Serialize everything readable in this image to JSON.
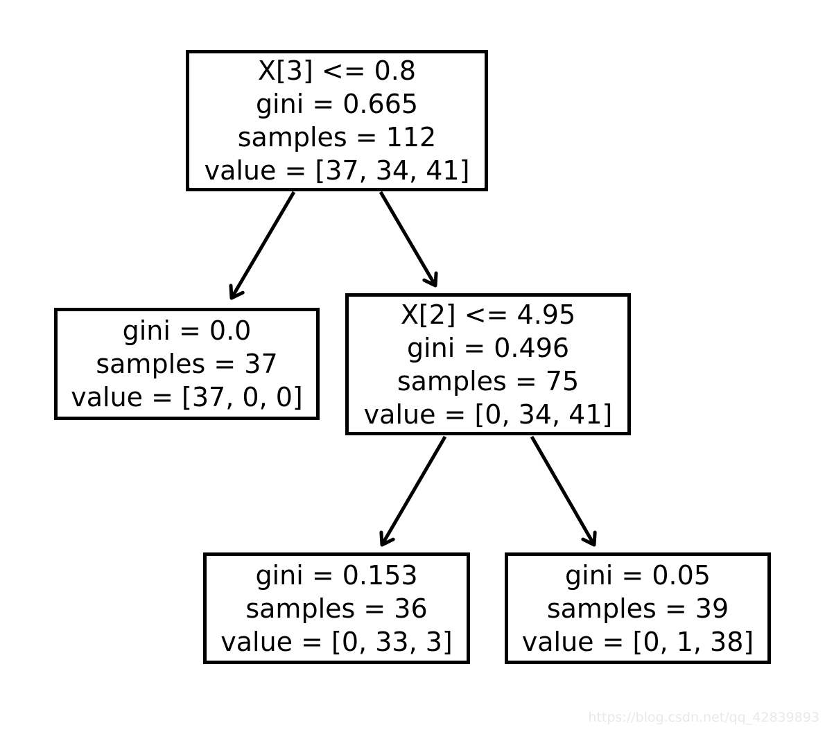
{
  "diagram": {
    "type": "decision-tree",
    "nodes": {
      "root": {
        "lines": [
          "X[3] <= 0.8",
          "gini = 0.665",
          "samples = 112",
          "value = [37, 34, 41]"
        ]
      },
      "left_leaf": {
        "lines": [
          "gini = 0.0",
          "samples = 37",
          "value = [37, 0, 0]"
        ]
      },
      "right_split": {
        "lines": [
          "X[2] <= 4.95",
          "gini = 0.496",
          "samples = 75",
          "value = [0, 34, 41]"
        ]
      },
      "bottom_left_leaf": {
        "lines": [
          "gini = 0.153",
          "samples = 36",
          "value = [0, 33, 3]"
        ]
      },
      "bottom_right_leaf": {
        "lines": [
          "gini = 0.05",
          "samples = 39",
          "value = [0, 1, 38]"
        ]
      }
    },
    "edges": [
      {
        "from": "root",
        "to": "left_leaf"
      },
      {
        "from": "root",
        "to": "right_split"
      },
      {
        "from": "right_split",
        "to": "bottom_left_leaf"
      },
      {
        "from": "right_split",
        "to": "bottom_right_leaf"
      }
    ],
    "colors": {
      "background": "#ffffff",
      "node_fill": "#ffffff",
      "node_border": "#000000",
      "text": "#000000",
      "edge": "#000000"
    }
  },
  "watermark": {
    "text": "https://blog.csdn.net/qq_42839893",
    "color": "#e9e9ec"
  }
}
